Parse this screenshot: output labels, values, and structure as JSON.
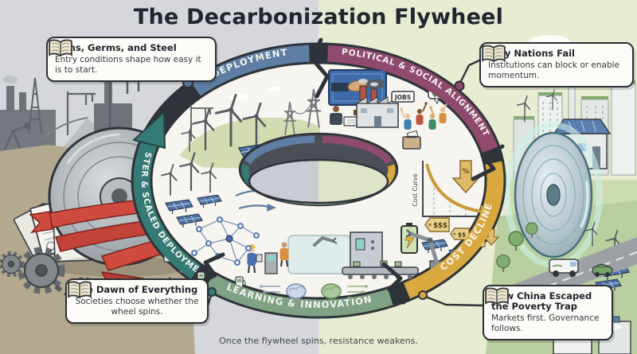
{
  "title": "The Decarbonization Flywheel",
  "caption": "Once the flywheel spins, resistance weakens.",
  "flywheel": {
    "segments": [
      {
        "label": "DEPLOYMENT",
        "color": "#5e7fa3"
      },
      {
        "label": "POLITICAL & SOCIAL ALIGNMENT",
        "color": "#8f4a6d"
      },
      {
        "label": "COST DECLINE",
        "color": "#d9a93f"
      },
      {
        "label": "LEARNING & INNOVATION",
        "color": "#7fa184"
      },
      {
        "label": "FASTER & SCALED DEPLOYMENT",
        "color": "#357a74"
      }
    ],
    "cost_chart": {
      "axis_label": "Cost Curve",
      "price_tags": [
        "$$$",
        "$$",
        "$"
      ],
      "percent_label": "%"
    },
    "jobs_sign": "JOBS"
  },
  "callouts": [
    {
      "title": "Guns, Germs, and Steel",
      "body": "Entry conditions shape how easy it is to start."
    },
    {
      "title": "Why Nations Fail",
      "body": "Institutions can block or enable momentum."
    },
    {
      "title": "The Dawn of Everything",
      "body": "Societies choose whether the wheel spins."
    },
    {
      "title": "How China Escaped the Poverty Trap",
      "body": "Markets first. Governance follows."
    }
  ],
  "scene": {
    "left_background": "#d6d7dd",
    "right_background": "#e7ecd2",
    "tape_color": "#cf4b40"
  }
}
